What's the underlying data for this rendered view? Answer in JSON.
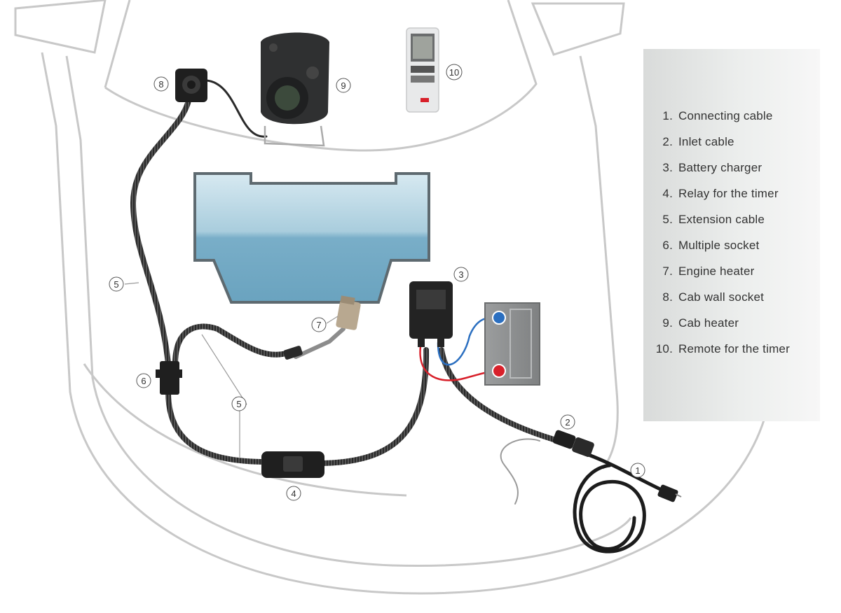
{
  "callouts": [
    "1",
    "2",
    "3",
    "4",
    "5",
    "5",
    "5",
    "6",
    "7",
    "8",
    "9",
    "10"
  ],
  "legend": [
    {
      "num": "1.",
      "label": "Connecting cable"
    },
    {
      "num": "2.",
      "label": "Inlet cable"
    },
    {
      "num": "3.",
      "label": "Battery charger"
    },
    {
      "num": "4.",
      "label": "Relay for the timer"
    },
    {
      "num": "5.",
      "label": "Extension cable"
    },
    {
      "num": "6.",
      "label": "Multiple socket"
    },
    {
      "num": "7.",
      "label": "Engine heater"
    },
    {
      "num": "8.",
      "label": "Cab wall socket"
    },
    {
      "num": "9.",
      "label": "Cab heater"
    },
    {
      "num": "10.",
      "label": "Remote for the timer"
    }
  ],
  "colors": {
    "outline": "#c8c8c8",
    "cable": "#2a2a2a",
    "tank": "#9fc6d8",
    "battery": "#8d8f90",
    "positive": "#d8202a",
    "negative": "#2b6fc0"
  },
  "icons": [
    "cab-heater-icon",
    "remote-icon",
    "cab-wall-socket-icon",
    "battery-charger-icon",
    "battery-icon",
    "engine-heater-icon",
    "relay-icon",
    "multiple-socket-icon",
    "plug-icon",
    "coolant-tank-icon"
  ]
}
